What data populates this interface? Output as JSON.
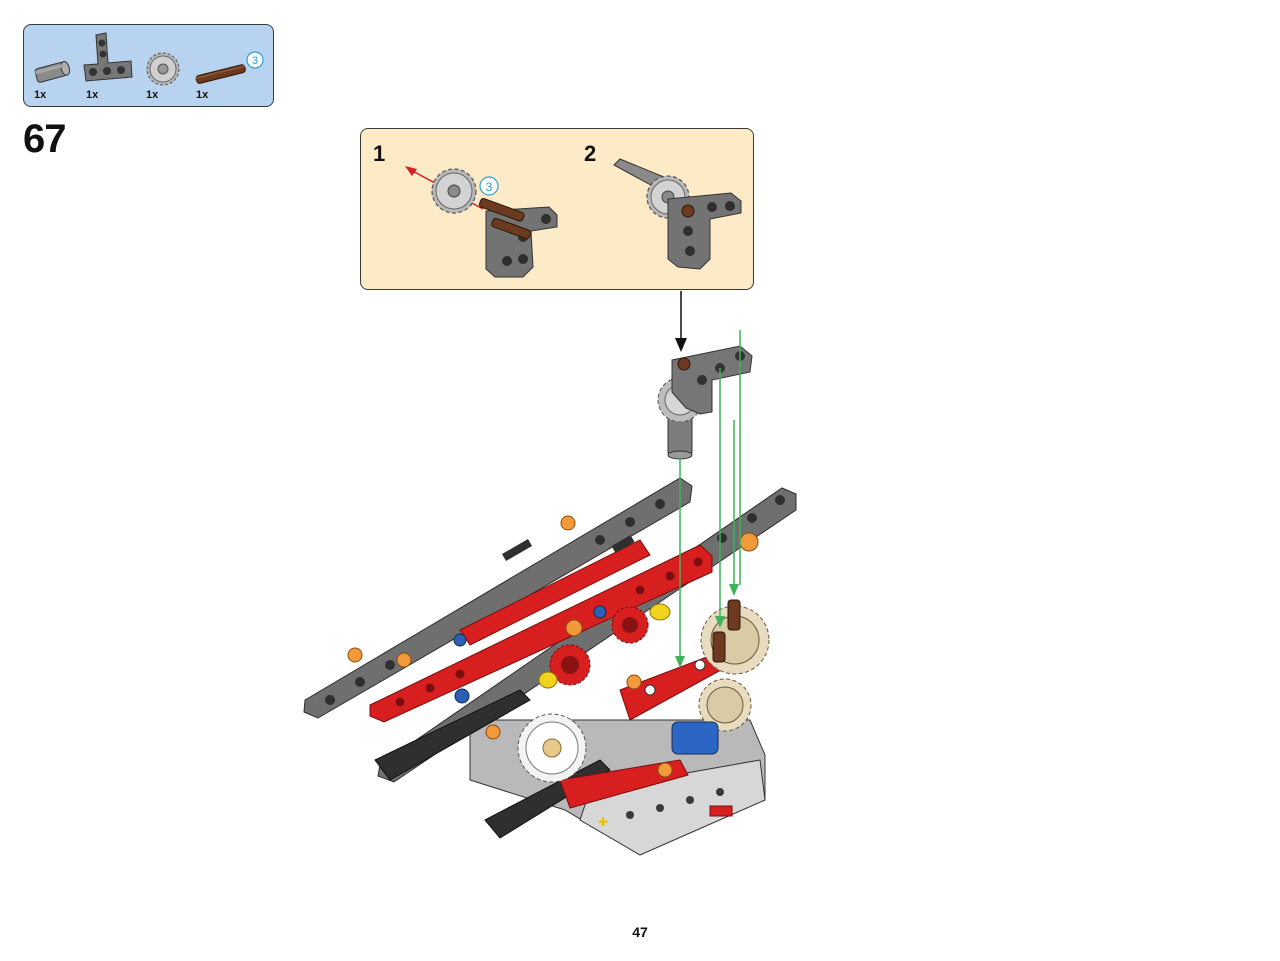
{
  "parts_list": {
    "items": [
      {
        "icon": "axle-pin-gray-icon",
        "quantity": "1x"
      },
      {
        "icon": "t-beam-gray-icon",
        "quantity": "1x"
      },
      {
        "icon": "gear-16-tooth-icon",
        "quantity": "1x"
      },
      {
        "icon": "axle-3-brown-icon",
        "quantity": "1x",
        "length_label": "3"
      }
    ]
  },
  "step": {
    "number": "67"
  },
  "sub_assembly": {
    "steps": [
      {
        "number": "1",
        "length_label": "3"
      },
      {
        "number": "2"
      }
    ]
  },
  "colors": {
    "parts_bg": "#b7d3f0",
    "sub_bg": "#fdebc8",
    "beam_gray": "#6f6f6f",
    "beam_red": "#d81f1f",
    "axle_brown": "#6b3a1f",
    "guide_green": "#3fb35a",
    "callout_blue": "#2a9fd6"
  },
  "page": {
    "number": "47"
  }
}
